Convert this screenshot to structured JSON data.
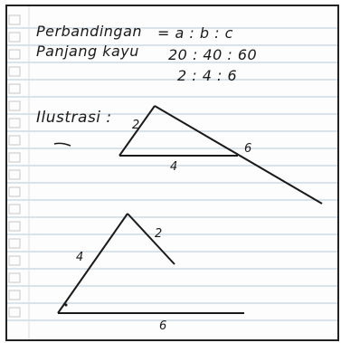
{
  "header": {
    "label1": "Perbandingan",
    "value1": "= a : b : c",
    "label2": "Panjang kayu",
    "value2": "20 : 40 : 60",
    "value3": "2 : 4 : 6"
  },
  "illustration": {
    "label": "Ilustrasi :",
    "small_triangle": {
      "side_a": "2",
      "side_b": "4",
      "side_c": "6"
    },
    "large_triangle": {
      "side_a": "4",
      "side_b": "2",
      "side_c": "6"
    }
  },
  "colors": {
    "ink": "#1a1a1a",
    "rule": "#b8c6d6",
    "margin_box": "#c8c8c8"
  }
}
